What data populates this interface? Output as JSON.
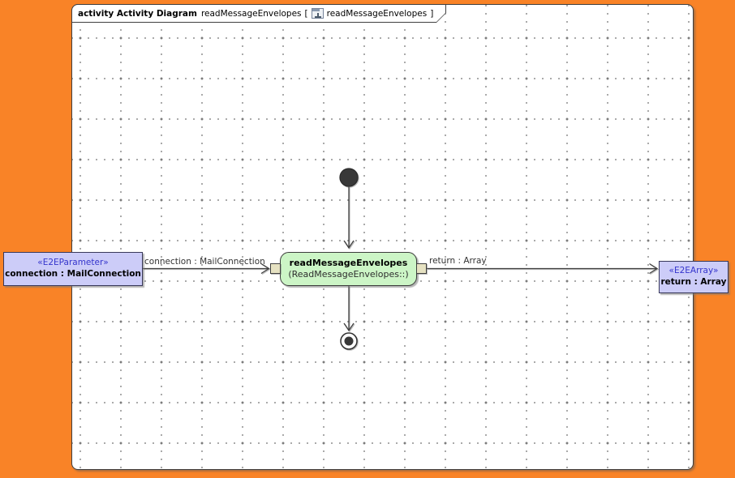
{
  "colors": {
    "background_orange": "#f98327",
    "action_fill_green": "#ccf5c6",
    "parameter_fill_lavender": "#ccccf8",
    "stereotype_text_blue": "#3434cc",
    "pin_fill_beige": "#e6e2c2",
    "edge_gray": "#3f3f3f",
    "grid_dot_gray": "#8d8d8d"
  },
  "frame_tab": {
    "keyword": "activity Activity Diagram",
    "diagram_name": "readMessageEnvelopes",
    "open_bracket": "[",
    "context_name": "readMessageEnvelopes",
    "close_bracket": "]"
  },
  "nodes": {
    "input_parameter": {
      "stereotype": "«E2EParameter»",
      "name": "connection : MailConnection"
    },
    "action": {
      "name": "readMessageEnvelopes",
      "behavior": "(ReadMessageEnvelopes::)"
    },
    "output_parameter": {
      "stereotype": "«E2EArray»",
      "name": "return : Array"
    }
  },
  "edge_labels": {
    "input_flow": "connection : MailConnection",
    "output_flow": "return : Array"
  }
}
